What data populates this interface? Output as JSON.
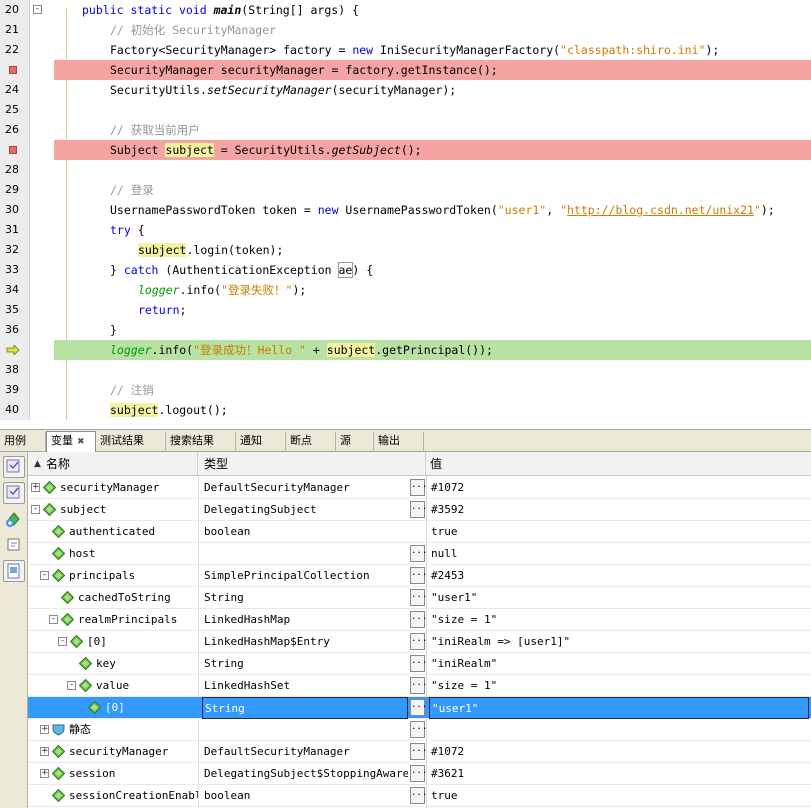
{
  "editor": {
    "lines": [
      {
        "num": "20",
        "marker": "none",
        "fold": "-",
        "indent": 0,
        "tokens": [
          {
            "t": "public ",
            "c": "kw"
          },
          {
            "t": "static ",
            "c": "kw"
          },
          {
            "t": "void ",
            "c": "kw"
          },
          {
            "t": "main",
            "c": "bold it"
          },
          {
            "t": "(String[] args) {",
            "c": ""
          }
        ]
      },
      {
        "num": "21",
        "marker": "none",
        "indent": 1,
        "tokens": [
          {
            "t": "// 初始化 SecurityManager",
            "c": "cm"
          }
        ]
      },
      {
        "num": "22",
        "marker": "none",
        "indent": 1,
        "tokens": [
          {
            "t": "Factory<SecurityManager> factory = ",
            "c": ""
          },
          {
            "t": "new ",
            "c": "kw"
          },
          {
            "t": "IniSecurityManagerFactory(",
            "c": ""
          },
          {
            "t": "\"classpath:shiro.ini\"",
            "c": "str"
          },
          {
            "t": ");",
            "c": ""
          }
        ]
      },
      {
        "num": "",
        "marker": "breakpoint",
        "indent": 1,
        "tokens": [
          {
            "t": "SecurityManager securityManager = factory.getInstance();",
            "c": ""
          }
        ]
      },
      {
        "num": "24",
        "marker": "none",
        "indent": 1,
        "tokens": [
          {
            "t": "SecurityUtils.",
            "c": ""
          },
          {
            "t": "setSecurityManager",
            "c": "it"
          },
          {
            "t": "(securityManager);",
            "c": ""
          }
        ]
      },
      {
        "num": "25",
        "marker": "none",
        "indent": 1,
        "tokens": []
      },
      {
        "num": "26",
        "marker": "none",
        "indent": 1,
        "tokens": [
          {
            "t": "// 获取当前用户",
            "c": "cm"
          }
        ]
      },
      {
        "num": "",
        "marker": "breakpoint",
        "indent": 1,
        "tokens": [
          {
            "t": "Subject ",
            "c": ""
          },
          {
            "t": "subject",
            "c": "hl"
          },
          {
            "t": " = SecurityUtils.",
            "c": ""
          },
          {
            "t": "getSubject",
            "c": "it"
          },
          {
            "t": "();",
            "c": ""
          }
        ]
      },
      {
        "num": "28",
        "marker": "none",
        "indent": 1,
        "tokens": []
      },
      {
        "num": "29",
        "marker": "none",
        "indent": 1,
        "tokens": [
          {
            "t": "// 登录",
            "c": "cm"
          }
        ]
      },
      {
        "num": "30",
        "marker": "none",
        "indent": 1,
        "tokens": [
          {
            "t": "UsernamePasswordToken token = ",
            "c": ""
          },
          {
            "t": "new ",
            "c": "kw"
          },
          {
            "t": "UsernamePasswordToken(",
            "c": ""
          },
          {
            "t": "\"user1\"",
            "c": "str"
          },
          {
            "t": ", ",
            "c": ""
          },
          {
            "t": "\"",
            "c": "str"
          },
          {
            "t": "http://blog.csdn.net/unix21",
            "c": "url"
          },
          {
            "t": "\"",
            "c": "str"
          },
          {
            "t": ");",
            "c": ""
          }
        ]
      },
      {
        "num": "31",
        "marker": "none",
        "indent": 1,
        "tokens": [
          {
            "t": "try ",
            "c": "kw"
          },
          {
            "t": "{",
            "c": ""
          }
        ]
      },
      {
        "num": "32",
        "marker": "none",
        "indent": 2,
        "tokens": [
          {
            "t": "subject",
            "c": "hl"
          },
          {
            "t": ".login(token);",
            "c": ""
          }
        ]
      },
      {
        "num": "33",
        "marker": "none",
        "indent": 1,
        "tokens": [
          {
            "t": "} ",
            "c": ""
          },
          {
            "t": "catch ",
            "c": "kw"
          },
          {
            "t": "(AuthenticationException ",
            "c": ""
          },
          {
            "t": "ae",
            "c": "hlbox"
          },
          {
            "t": ") {",
            "c": ""
          }
        ]
      },
      {
        "num": "34",
        "marker": "none",
        "indent": 2,
        "tokens": [
          {
            "t": "logger",
            "c": "itg"
          },
          {
            "t": ".info(",
            "c": ""
          },
          {
            "t": "\"登录失败！\"",
            "c": "str"
          },
          {
            "t": ");",
            "c": ""
          }
        ]
      },
      {
        "num": "35",
        "marker": "none",
        "indent": 2,
        "tokens": [
          {
            "t": "return",
            "c": "kw"
          },
          {
            "t": ";",
            "c": ""
          }
        ]
      },
      {
        "num": "36",
        "marker": "none",
        "indent": 1,
        "tokens": [
          {
            "t": "}",
            "c": ""
          }
        ]
      },
      {
        "num": "",
        "marker": "pc",
        "indent": 1,
        "tokens": [
          {
            "t": "logger",
            "c": "itg"
          },
          {
            "t": ".info(",
            "c": ""
          },
          {
            "t": "\"登录成功！Hello \"",
            "c": "str"
          },
          {
            "t": " + ",
            "c": ""
          },
          {
            "t": "subject",
            "c": "hl"
          },
          {
            "t": ".getPrincipal());",
            "c": ""
          }
        ]
      },
      {
        "num": "38",
        "marker": "none",
        "indent": 1,
        "tokens": []
      },
      {
        "num": "39",
        "marker": "none",
        "indent": 1,
        "tokens": [
          {
            "t": "// 注销",
            "c": "cm"
          }
        ]
      },
      {
        "num": "40",
        "marker": "none",
        "indent": 1,
        "tokens": [
          {
            "t": "subject",
            "c": "hl"
          },
          {
            "t": ".logout();",
            "c": ""
          }
        ]
      }
    ]
  },
  "tabs": [
    {
      "label": "用例",
      "active": false,
      "closable": false
    },
    {
      "label": "变量",
      "active": true,
      "closable": true
    },
    {
      "label": "测试结果",
      "active": false,
      "closable": false
    },
    {
      "label": "搜索结果",
      "active": false,
      "closable": false
    },
    {
      "label": "通知",
      "active": false,
      "closable": false
    },
    {
      "label": "断点",
      "active": false,
      "closable": false
    },
    {
      "label": "源",
      "active": false,
      "closable": false
    },
    {
      "label": "输出",
      "active": false,
      "closable": false
    }
  ],
  "variables": {
    "headers": {
      "name": "名称",
      "type": "类型",
      "value": "值"
    },
    "rows": [
      {
        "depth": 0,
        "toggle": "+",
        "icon": "field",
        "name": "securityManager",
        "type": "DefaultSecurityManager",
        "value": "#1072",
        "button": true,
        "selected": false
      },
      {
        "depth": 0,
        "toggle": "-",
        "icon": "field",
        "name": "subject",
        "type": "DelegatingSubject",
        "value": "#3592",
        "button": true,
        "selected": false
      },
      {
        "depth": 1,
        "toggle": "",
        "icon": "field",
        "name": "authenticated",
        "type": "boolean",
        "value": "true",
        "button": false,
        "selected": false
      },
      {
        "depth": 1,
        "toggle": "",
        "icon": "field",
        "name": "host",
        "type": "",
        "value": "null",
        "button": true,
        "selected": false
      },
      {
        "depth": 1,
        "toggle": "-",
        "icon": "field",
        "name": "principals",
        "type": "SimplePrincipalCollection",
        "value": "#2453",
        "button": true,
        "selected": false
      },
      {
        "depth": 2,
        "toggle": "",
        "icon": "field",
        "name": "cachedToString",
        "type": "String",
        "value": "\"user1\"",
        "button": true,
        "selected": false
      },
      {
        "depth": 2,
        "toggle": "-",
        "icon": "field",
        "name": "realmPrincipals",
        "type": "LinkedHashMap",
        "value": "\"size = 1\"",
        "button": true,
        "selected": false
      },
      {
        "depth": 3,
        "toggle": "-",
        "icon": "field",
        "name": "[0]",
        "type": "LinkedHashMap$Entry",
        "value": "\"iniRealm => [user1]\"",
        "button": true,
        "selected": false
      },
      {
        "depth": 4,
        "toggle": "",
        "icon": "field",
        "name": "key",
        "type": "String",
        "value": "\"iniRealm\"",
        "button": true,
        "selected": false
      },
      {
        "depth": 4,
        "toggle": "-",
        "icon": "field",
        "name": "value",
        "type": "LinkedHashSet",
        "value": "\"size = 1\"",
        "button": true,
        "selected": false
      },
      {
        "depth": 5,
        "toggle": "",
        "icon": "field",
        "name": "[0]",
        "type": "String",
        "value": "\"user1\"",
        "button": true,
        "selected": true
      },
      {
        "depth": 1,
        "toggle": "+",
        "icon": "static",
        "name": "静态",
        "type": "",
        "value": "",
        "button": true,
        "selected": false
      },
      {
        "depth": 1,
        "toggle": "+",
        "icon": "field",
        "name": "securityManager",
        "type": "DefaultSecurityManager",
        "value": "#1072",
        "button": true,
        "selected": false
      },
      {
        "depth": 1,
        "toggle": "+",
        "icon": "field",
        "name": "session",
        "type": "DelegatingSubject$StoppingAwareP…",
        "value": "#3621",
        "button": true,
        "selected": false
      },
      {
        "depth": 1,
        "toggle": "",
        "icon": "field",
        "name": "sessionCreationEnabled",
        "type": "boolean",
        "value": "true",
        "button": true,
        "selected": false
      }
    ]
  },
  "toolbar": {
    "buttons": [
      "filter-icon",
      "filter-icon",
      "add-watch-icon",
      "step-icon",
      "variables-icon"
    ]
  },
  "colors": {
    "breakpoint_line": "#f5a4a4",
    "pc_line": "#b7e2a4",
    "keyword": "#0000e6",
    "string": "#ce7b00",
    "comment": "#969696",
    "selection": "#3399ff"
  }
}
